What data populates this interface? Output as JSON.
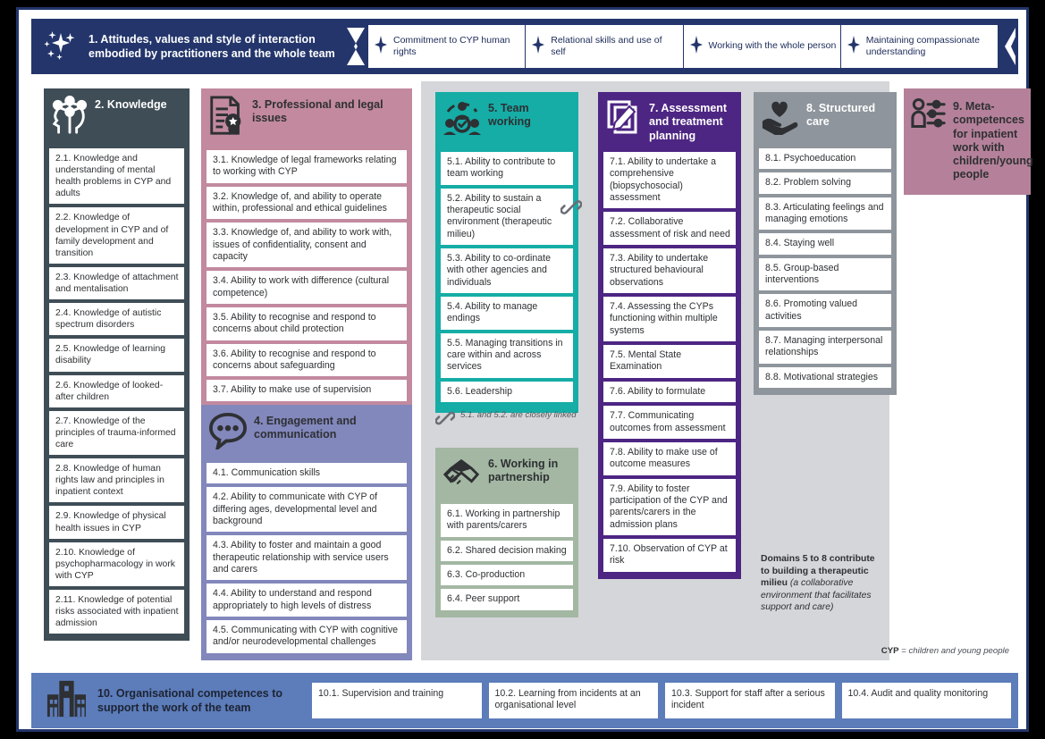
{
  "colors": {
    "navy": "#23356b",
    "knowledge_grey": "#3f4d56",
    "pink": "#c2899f",
    "lavender": "#8287bc",
    "teal": "#15ada6",
    "sage": "#a3b7a3",
    "purple": "#4d2583",
    "grey": "#8e959c",
    "mauve": "#b5819a",
    "blue": "#5c7cba",
    "panel_grey": "#d5d6d9"
  },
  "banner": {
    "icon": "sparkles-icon",
    "title": "1. Attitudes, values and style of interaction embodied by practitioners and the whole team",
    "items": [
      {
        "icon": "sparkle-icon",
        "label": "Commitment to CYP human rights"
      },
      {
        "icon": "sparkle-icon",
        "label": "Relational skills and use of self"
      },
      {
        "icon": "sparkle-icon",
        "label": "Working with the whole person"
      },
      {
        "icon": "sparkle-icon",
        "label": "Maintaining compassionate understanding"
      }
    ]
  },
  "columns": {
    "knowledge": {
      "icon": "brain-network-icon",
      "title": "2. Knowledge",
      "items": [
        "2.1. Knowledge and understanding of mental health problems in CYP and adults",
        "2.2. Knowledge of development in CYP and of family development and transition",
        "2.3. Knowledge of attachment and mentalisation",
        "2.4. Knowledge of autistic spectrum disorders",
        "2.5. Knowledge of learning disability",
        "2.6. Knowledge of looked-after children",
        "2.7. Knowledge of the principles of trauma-informed care",
        "2.8. Knowledge of human rights law and principles in inpatient context",
        "2.9. Knowledge of physical health issues in CYP",
        "2.10. Knowledge of psychopharmacology in work with CYP",
        "2.11. Knowledge of potential risks associated with inpatient admission"
      ]
    },
    "professional": {
      "icon": "certificate-document-icon",
      "title": "3.  Professional and legal issues",
      "items": [
        "3.1. Knowledge of legal frameworks relating to working with CYP",
        "3.2. Knowledge of, and ability to operate within, professional and ethical guidelines",
        "3.3. Knowledge of, and ability to work with, issues of confidentiality, consent and capacity",
        "3.4. Ability to work with difference (cultural competence)",
        "3.5. Ability to recognise and respond to concerns about child protection",
        "3.6. Ability to recognise and respond to concerns about safeguarding",
        "3.7. Ability to make use of supervision"
      ]
    },
    "engagement": {
      "icon": "speech-bubble-icon",
      "title": "4. Engagement and communication",
      "items": [
        "4.1. Communication skills",
        "4.2. Ability to communicate with CYP of differing ages, developmental level and background",
        "4.3. Ability to foster and maintain a good therapeutic relationship with service users and carers",
        "4.4. Ability to understand and respond appropriately to high levels of distress",
        "4.5. Communicating with CYP with cognitive and/or neurodevelopmental challenges"
      ]
    },
    "team_working": {
      "icon": "team-circle-icon",
      "title": "5. Team working",
      "items": [
        "5.1. Ability to contribute to team working",
        "5.2. Ability to sustain a therapeutic social environment (therapeutic milieu)",
        "5.3. Ability to co-ordinate with other agencies and individuals",
        "5.4. Ability to manage endings",
        "5.5. Managing transitions in care within and across services",
        "5.6. Leadership"
      ],
      "link_icon": "chain-link-icon",
      "link_note": "5.1. and 5.2. are closely linked"
    },
    "partnership": {
      "icon": "handshake-icon",
      "title": "6. Working in partnership",
      "items": [
        "6.1. Working in partnership with parents/carers",
        "6.2. Shared decision making",
        "6.3. Co-production",
        "6.4. Peer support"
      ]
    },
    "assessment": {
      "icon": "clipboard-pen-icon",
      "title": "7. Assessment and treatment planning",
      "items": [
        "7.1. Ability to undertake a comprehensive (biopsychosocial) assessment",
        "7.2. Collaborative assessment of risk and need",
        "7.3. Ability to undertake structured behavioural observations",
        "7.4. Assessing the CYPs functioning within multiple systems",
        "7.5. Mental State Examination",
        "7.6. Ability to formulate",
        "7.7. Communicating outcomes from assessment",
        "7.8. Ability to make use of outcome measures",
        "7.9. Ability to foster participation of the CYP and parents/carers in the admission plans",
        "7.10. Observation of CYP at risk"
      ]
    },
    "structured_care": {
      "icon": "heart-in-hand-icon",
      "title": "8. Structured care",
      "items": [
        "8.1. Psychoeducation",
        "8.2. Problem solving",
        "8.3. Articulating feelings and managing emotions",
        "8.4. Staying well",
        "8.5. Group-based interventions",
        "8.6. Promoting valued activities",
        "8.7. Managing interpersonal relationships",
        "8.8. Motivational strategies"
      ]
    },
    "meta": {
      "icon": "person-settings-icon",
      "title": "9. Meta-competences for inpatient work with children/young people"
    }
  },
  "notes": {
    "milieu_bold": "Domains 5 to 8 contribute to building a therapeutic milieu",
    "milieu_italic": "(a collaborative environment that facilitates support and care)",
    "cyp_abbr": "CYP",
    "cyp_equals": " = children and young people"
  },
  "bottom": {
    "icon": "building-icon",
    "title": "10. Organisational competences to support the work of the team",
    "items": [
      "10.1. Supervision and training",
      "10.2. Learning from incidents at an organisational level",
      "10.3. Support for staff after a serious incident",
      "10.4. Audit and quality monitoring"
    ]
  }
}
